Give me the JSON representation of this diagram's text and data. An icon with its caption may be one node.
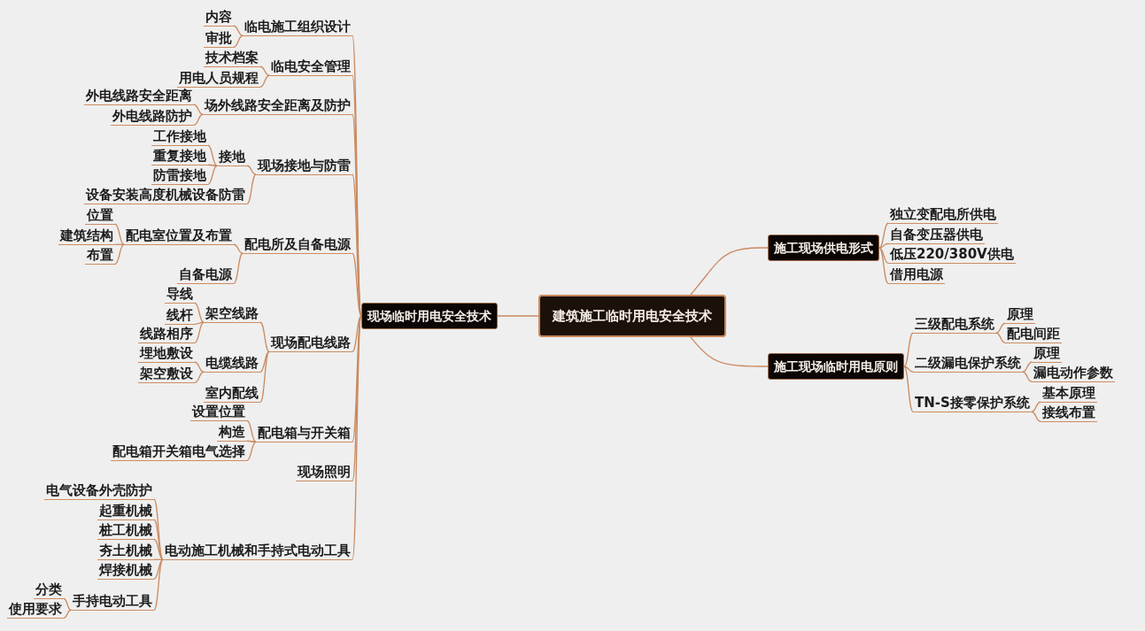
{
  "diagram": {
    "nodes": [
      {
        "text": [
          "建筑施工临时用电安全技术"
        ]
      },
      {
        "text": [
          "现场临时用电安全技术"
        ]
      },
      {
        "text": [
          "临电施工组织设计"
        ]
      },
      {
        "text": [
          "内容"
        ]
      },
      {
        "text": [
          "审批"
        ]
      },
      {
        "text": [
          "临电安全管理"
        ]
      },
      {
        "text": [
          "技术档案"
        ]
      },
      {
        "text": [
          "用电人员规程"
        ]
      },
      {
        "text": [
          "场外线路安全距离及防护"
        ]
      },
      {
        "text": [
          "外电线路安全距离"
        ]
      },
      {
        "text": [
          "外电线路防护"
        ]
      },
      {
        "text": [
          "现场接地与防雷"
        ]
      },
      {
        "text": [
          "接地"
        ]
      },
      {
        "text": [
          "工作接地"
        ]
      },
      {
        "text": [
          "重复接地"
        ]
      },
      {
        "text": [
          "防雷接地"
        ]
      },
      {
        "text": [
          "设备安装高度机械设备防雷"
        ]
      },
      {
        "text": [
          "配电所及自备电源"
        ]
      },
      {
        "text": [
          "配电室位置及布置"
        ]
      },
      {
        "text": [
          "位置"
        ]
      },
      {
        "text": [
          "建筑结构"
        ]
      },
      {
        "text": [
          "布置"
        ]
      },
      {
        "text": [
          "自备电源"
        ]
      },
      {
        "text": [
          "现场配电线路"
        ]
      },
      {
        "text": [
          "架空线路"
        ]
      },
      {
        "text": [
          "导线"
        ]
      },
      {
        "text": [
          "线杆"
        ]
      },
      {
        "text": [
          "线路相序"
        ]
      },
      {
        "text": [
          "电缆线路"
        ]
      },
      {
        "text": [
          "埋地敷设"
        ]
      },
      {
        "text": [
          "架空敷设"
        ]
      },
      {
        "text": [
          "室内配线"
        ]
      },
      {
        "text": [
          "配电箱与开关箱"
        ]
      },
      {
        "text": [
          "设置位置"
        ]
      },
      {
        "text": [
          "构造"
        ]
      },
      {
        "text": [
          "配电箱开关箱电气选择"
        ]
      },
      {
        "text": [
          "现场照明"
        ]
      },
      {
        "text": [
          "电动施工机械和手持式电动工具"
        ]
      },
      {
        "text": [
          "电气设备外壳防护"
        ]
      },
      {
        "text": [
          "起重机械"
        ]
      },
      {
        "text": [
          "桩工机械"
        ]
      },
      {
        "text": [
          "夯土机械"
        ]
      },
      {
        "text": [
          "焊接机械"
        ]
      },
      {
        "text": [
          "手持电动工具"
        ]
      },
      {
        "text": [
          "分类"
        ]
      },
      {
        "text": [
          "使用要求"
        ]
      },
      {
        "text": [
          "施工现场供电形式"
        ]
      },
      {
        "text": [
          "独立变配电所供电"
        ]
      },
      {
        "text": [
          "自备变压器供电"
        ]
      },
      {
        "text": [
          "低压220/380V供电"
        ]
      },
      {
        "text": [
          "借用电源"
        ]
      },
      {
        "text": [
          "施工现场临时用电原则"
        ]
      },
      {
        "text": [
          "三级配电系统"
        ]
      },
      {
        "text": [
          "原理"
        ]
      },
      {
        "text": [
          "配电间距"
        ]
      },
      {
        "text": [
          "二级漏电保护系统"
        ]
      },
      {
        "text": [
          "原理"
        ]
      },
      {
        "text": [
          "漏电动作参数"
        ]
      },
      {
        "text": [
          "TN-S接零保护系统"
        ]
      },
      {
        "text": [
          "基本原理"
        ]
      },
      {
        "text": [
          "接线布置"
        ]
      }
    ],
    "edges": [
      {
        "from": 0,
        "to": 1,
        "arrow": "none"
      },
      {
        "from": 1,
        "to": 2,
        "arrow": "none"
      },
      {
        "from": 2,
        "to": 3,
        "arrow": "none"
      },
      {
        "from": 2,
        "to": 4,
        "arrow": "none"
      },
      {
        "from": 1,
        "to": 5,
        "arrow": "none"
      },
      {
        "from": 5,
        "to": 6,
        "arrow": "none"
      },
      {
        "from": 5,
        "to": 7,
        "arrow": "none"
      },
      {
        "from": 1,
        "to": 8,
        "arrow": "none"
      },
      {
        "from": 8,
        "to": 9,
        "arrow": "none"
      },
      {
        "from": 8,
        "to": 10,
        "arrow": "none"
      },
      {
        "from": 1,
        "to": 11,
        "arrow": "none"
      },
      {
        "from": 11,
        "to": 12,
        "arrow": "none"
      },
      {
        "from": 12,
        "to": 13,
        "arrow": "none"
      },
      {
        "from": 12,
        "to": 14,
        "arrow": "none"
      },
      {
        "from": 12,
        "to": 15,
        "arrow": "none"
      },
      {
        "from": 11,
        "to": 16,
        "arrow": "none"
      },
      {
        "from": 1,
        "to": 17,
        "arrow": "none"
      },
      {
        "from": 17,
        "to": 18,
        "arrow": "none"
      },
      {
        "from": 18,
        "to": 19,
        "arrow": "none"
      },
      {
        "from": 18,
        "to": 20,
        "arrow": "none"
      },
      {
        "from": 18,
        "to": 21,
        "arrow": "none"
      },
      {
        "from": 17,
        "to": 22,
        "arrow": "none"
      },
      {
        "from": 1,
        "to": 23,
        "arrow": "none"
      },
      {
        "from": 23,
        "to": 24,
        "arrow": "none"
      },
      {
        "from": 24,
        "to": 25,
        "arrow": "none"
      },
      {
        "from": 24,
        "to": 26,
        "arrow": "none"
      },
      {
        "from": 24,
        "to": 27,
        "arrow": "none"
      },
      {
        "from": 23,
        "to": 28,
        "arrow": "none"
      },
      {
        "from": 28,
        "to": 29,
        "arrow": "none"
      },
      {
        "from": 28,
        "to": 30,
        "arrow": "none"
      },
      {
        "from": 23,
        "to": 31,
        "arrow": "none"
      },
      {
        "from": 1,
        "to": 32,
        "arrow": "none"
      },
      {
        "from": 32,
        "to": 33,
        "arrow": "none"
      },
      {
        "from": 32,
        "to": 34,
        "arrow": "none"
      },
      {
        "from": 32,
        "to": 35,
        "arrow": "none"
      },
      {
        "from": 1,
        "to": 36,
        "arrow": "none"
      },
      {
        "from": 1,
        "to": 37,
        "arrow": "none"
      },
      {
        "from": 37,
        "to": 38,
        "arrow": "none"
      },
      {
        "from": 37,
        "to": 39,
        "arrow": "none"
      },
      {
        "from": 37,
        "to": 40,
        "arrow": "none"
      },
      {
        "from": 37,
        "to": 41,
        "arrow": "none"
      },
      {
        "from": 37,
        "to": 42,
        "arrow": "none"
      },
      {
        "from": 37,
        "to": 43,
        "arrow": "none"
      },
      {
        "from": 43,
        "to": 44,
        "arrow": "none"
      },
      {
        "from": 43,
        "to": 45,
        "arrow": "none"
      },
      {
        "from": 0,
        "to": 46,
        "arrow": "none"
      },
      {
        "from": 46,
        "to": 47,
        "arrow": "none"
      },
      {
        "from": 46,
        "to": 48,
        "arrow": "none"
      },
      {
        "from": 46,
        "to": 49,
        "arrow": "none"
      },
      {
        "from": 46,
        "to": 50,
        "arrow": "none"
      },
      {
        "from": 0,
        "to": 51,
        "arrow": "none"
      },
      {
        "from": 51,
        "to": 52,
        "arrow": "none"
      },
      {
        "from": 52,
        "to": 53,
        "arrow": "none"
      },
      {
        "from": 52,
        "to": 54,
        "arrow": "none"
      },
      {
        "from": 51,
        "to": 55,
        "arrow": "none"
      },
      {
        "from": 55,
        "to": 56,
        "arrow": "none"
      },
      {
        "from": 55,
        "to": 57,
        "arrow": "none"
      },
      {
        "from": 51,
        "to": 58,
        "arrow": "none"
      },
      {
        "from": 58,
        "to": 59,
        "arrow": "none"
      },
      {
        "from": 58,
        "to": 60,
        "arrow": "none"
      }
    ]
  }
}
